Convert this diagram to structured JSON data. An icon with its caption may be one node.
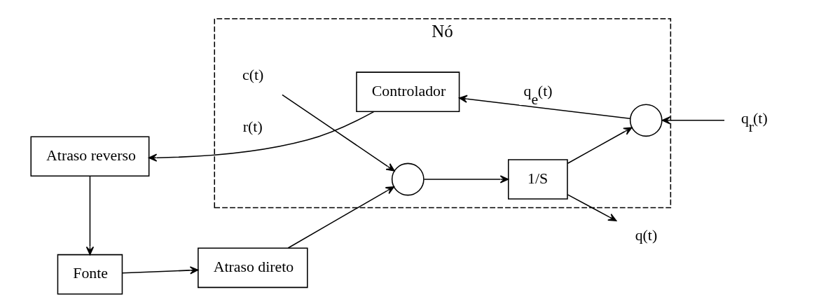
{
  "diagram": {
    "nodes": [
      {
        "text": [
          "Nó"
        ]
      },
      {
        "text": [
          "Fonte"
        ]
      },
      {
        "text": [
          "Atraso direto"
        ]
      },
      {
        "text": [
          "c(t)"
        ],
        "in": 0
      },
      {
        "text": [],
        "shape": "circle",
        "in": 0
      },
      {
        "text": [
          "1/S"
        ],
        "in": 0
      },
      {
        "text": [
          "q(t)"
        ]
      },
      {
        "text": [],
        "shape": "circle",
        "in": 0
      },
      {
        "text": [
          "Controlador"
        ],
        "in": 0
      },
      {
        "text": [
          "q$_{r}$(t)"
        ]
      },
      {
        "text": [
          "Atraso reverso"
        ]
      }
    ],
    "edges": [
      {
        "from": 1,
        "to": 2,
        "arrow": "to"
      },
      {
        "from": 2,
        "to": 4,
        "arrow": "to"
      },
      {
        "from": 3,
        "to": 4,
        "arrow": "to"
      },
      {
        "from": 4,
        "to": 5,
        "arrow": "to"
      },
      {
        "from": 5,
        "to": 6,
        "arrow": "to"
      },
      {
        "from": 5,
        "to": 7,
        "arrow": "to"
      },
      {
        "from": 9,
        "to": 7,
        "arrow": "to"
      },
      {
        "from": 7,
        "to": 8,
        "arrow": "to",
        "label": "q$_{e}$(t)"
      },
      {
        "from": 8,
        "to": 10,
        "arrow": "to",
        "label": "r(t)"
      },
      {
        "from": 10,
        "to": 1,
        "arrow": "to"
      }
    ]
  }
}
